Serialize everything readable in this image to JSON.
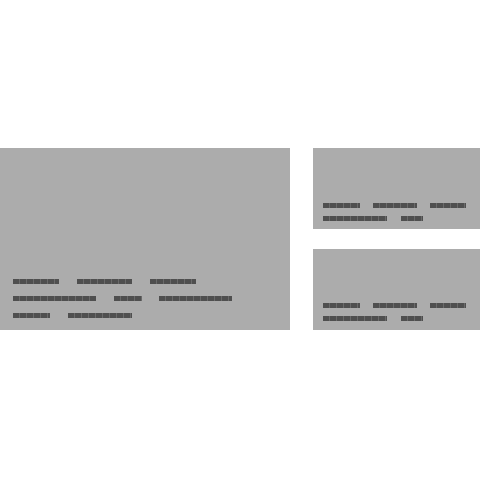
{
  "colors": {
    "background": "#ffffff",
    "tile": "#acacac",
    "placeholder_text": "#4f4f4f"
  },
  "tiles": [
    {
      "name": "tile-large",
      "text": ""
    },
    {
      "name": "tile-top-right",
      "text": ""
    },
    {
      "name": "tile-bottom-right",
      "text": ""
    }
  ]
}
